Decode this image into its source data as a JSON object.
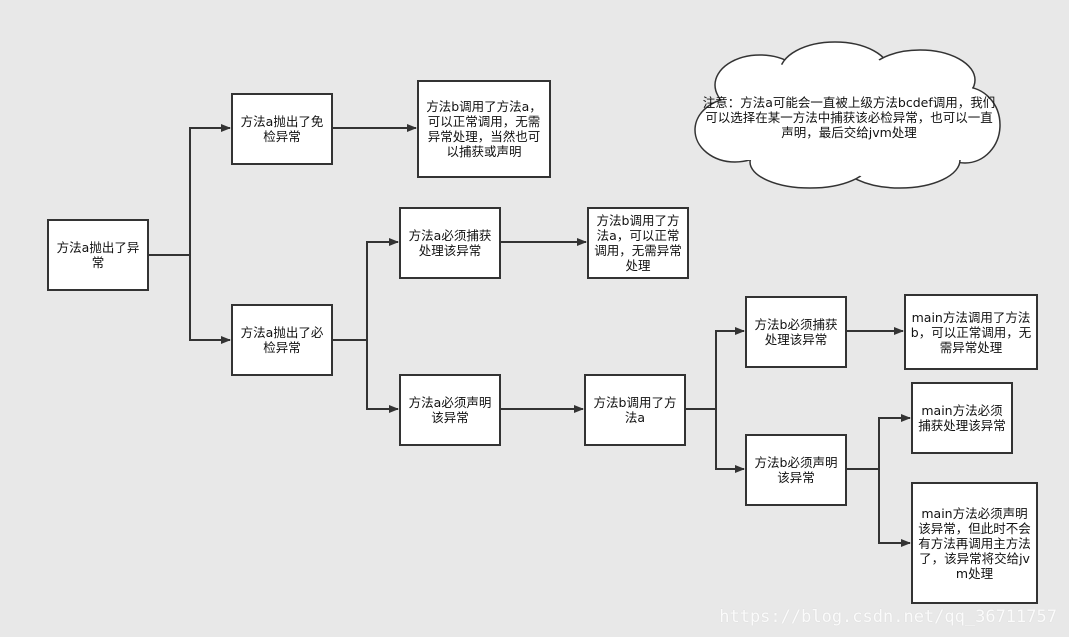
{
  "colors": {
    "background": "#e8e8e8",
    "stroke": "#333333",
    "box_fill": "#ffffff"
  },
  "nodes": {
    "root": "方法a抛出了异常",
    "unchecked": "方法a抛出了免检异常",
    "unchecked_result": "方法b调用了方法a，可以正常调用，无需异常处理，当然也可以捕获或声明",
    "checked": "方法a抛出了必检异常",
    "a_catch": "方法a必须捕获处理该异常",
    "a_catch_result": "方法b调用了方法a，可以正常调用，无需异常处理",
    "a_declare": "方法a必须声明该异常",
    "b_calls_a": "方法b调用了方法a",
    "b_catch": "方法b必须捕获处理该异常",
    "b_catch_result": "main方法调用了方法b，可以正常调用，无需异常处理",
    "b_declare": "方法b必须声明该异常",
    "main_catch": "main方法必须捕获处理该异常",
    "main_declare": "main方法必须声明该异常，但此时不会有方法再调用主方法了，该异常将交给jvm处理"
  },
  "note": "注意：方法a可能会一直被上级方法bcdef调用，我们可以选择在某一方法中捕获该必检异常，也可以一直声明，最后交给jvm处理",
  "watermark": "https://blog.csdn.net/qq_36711757"
}
